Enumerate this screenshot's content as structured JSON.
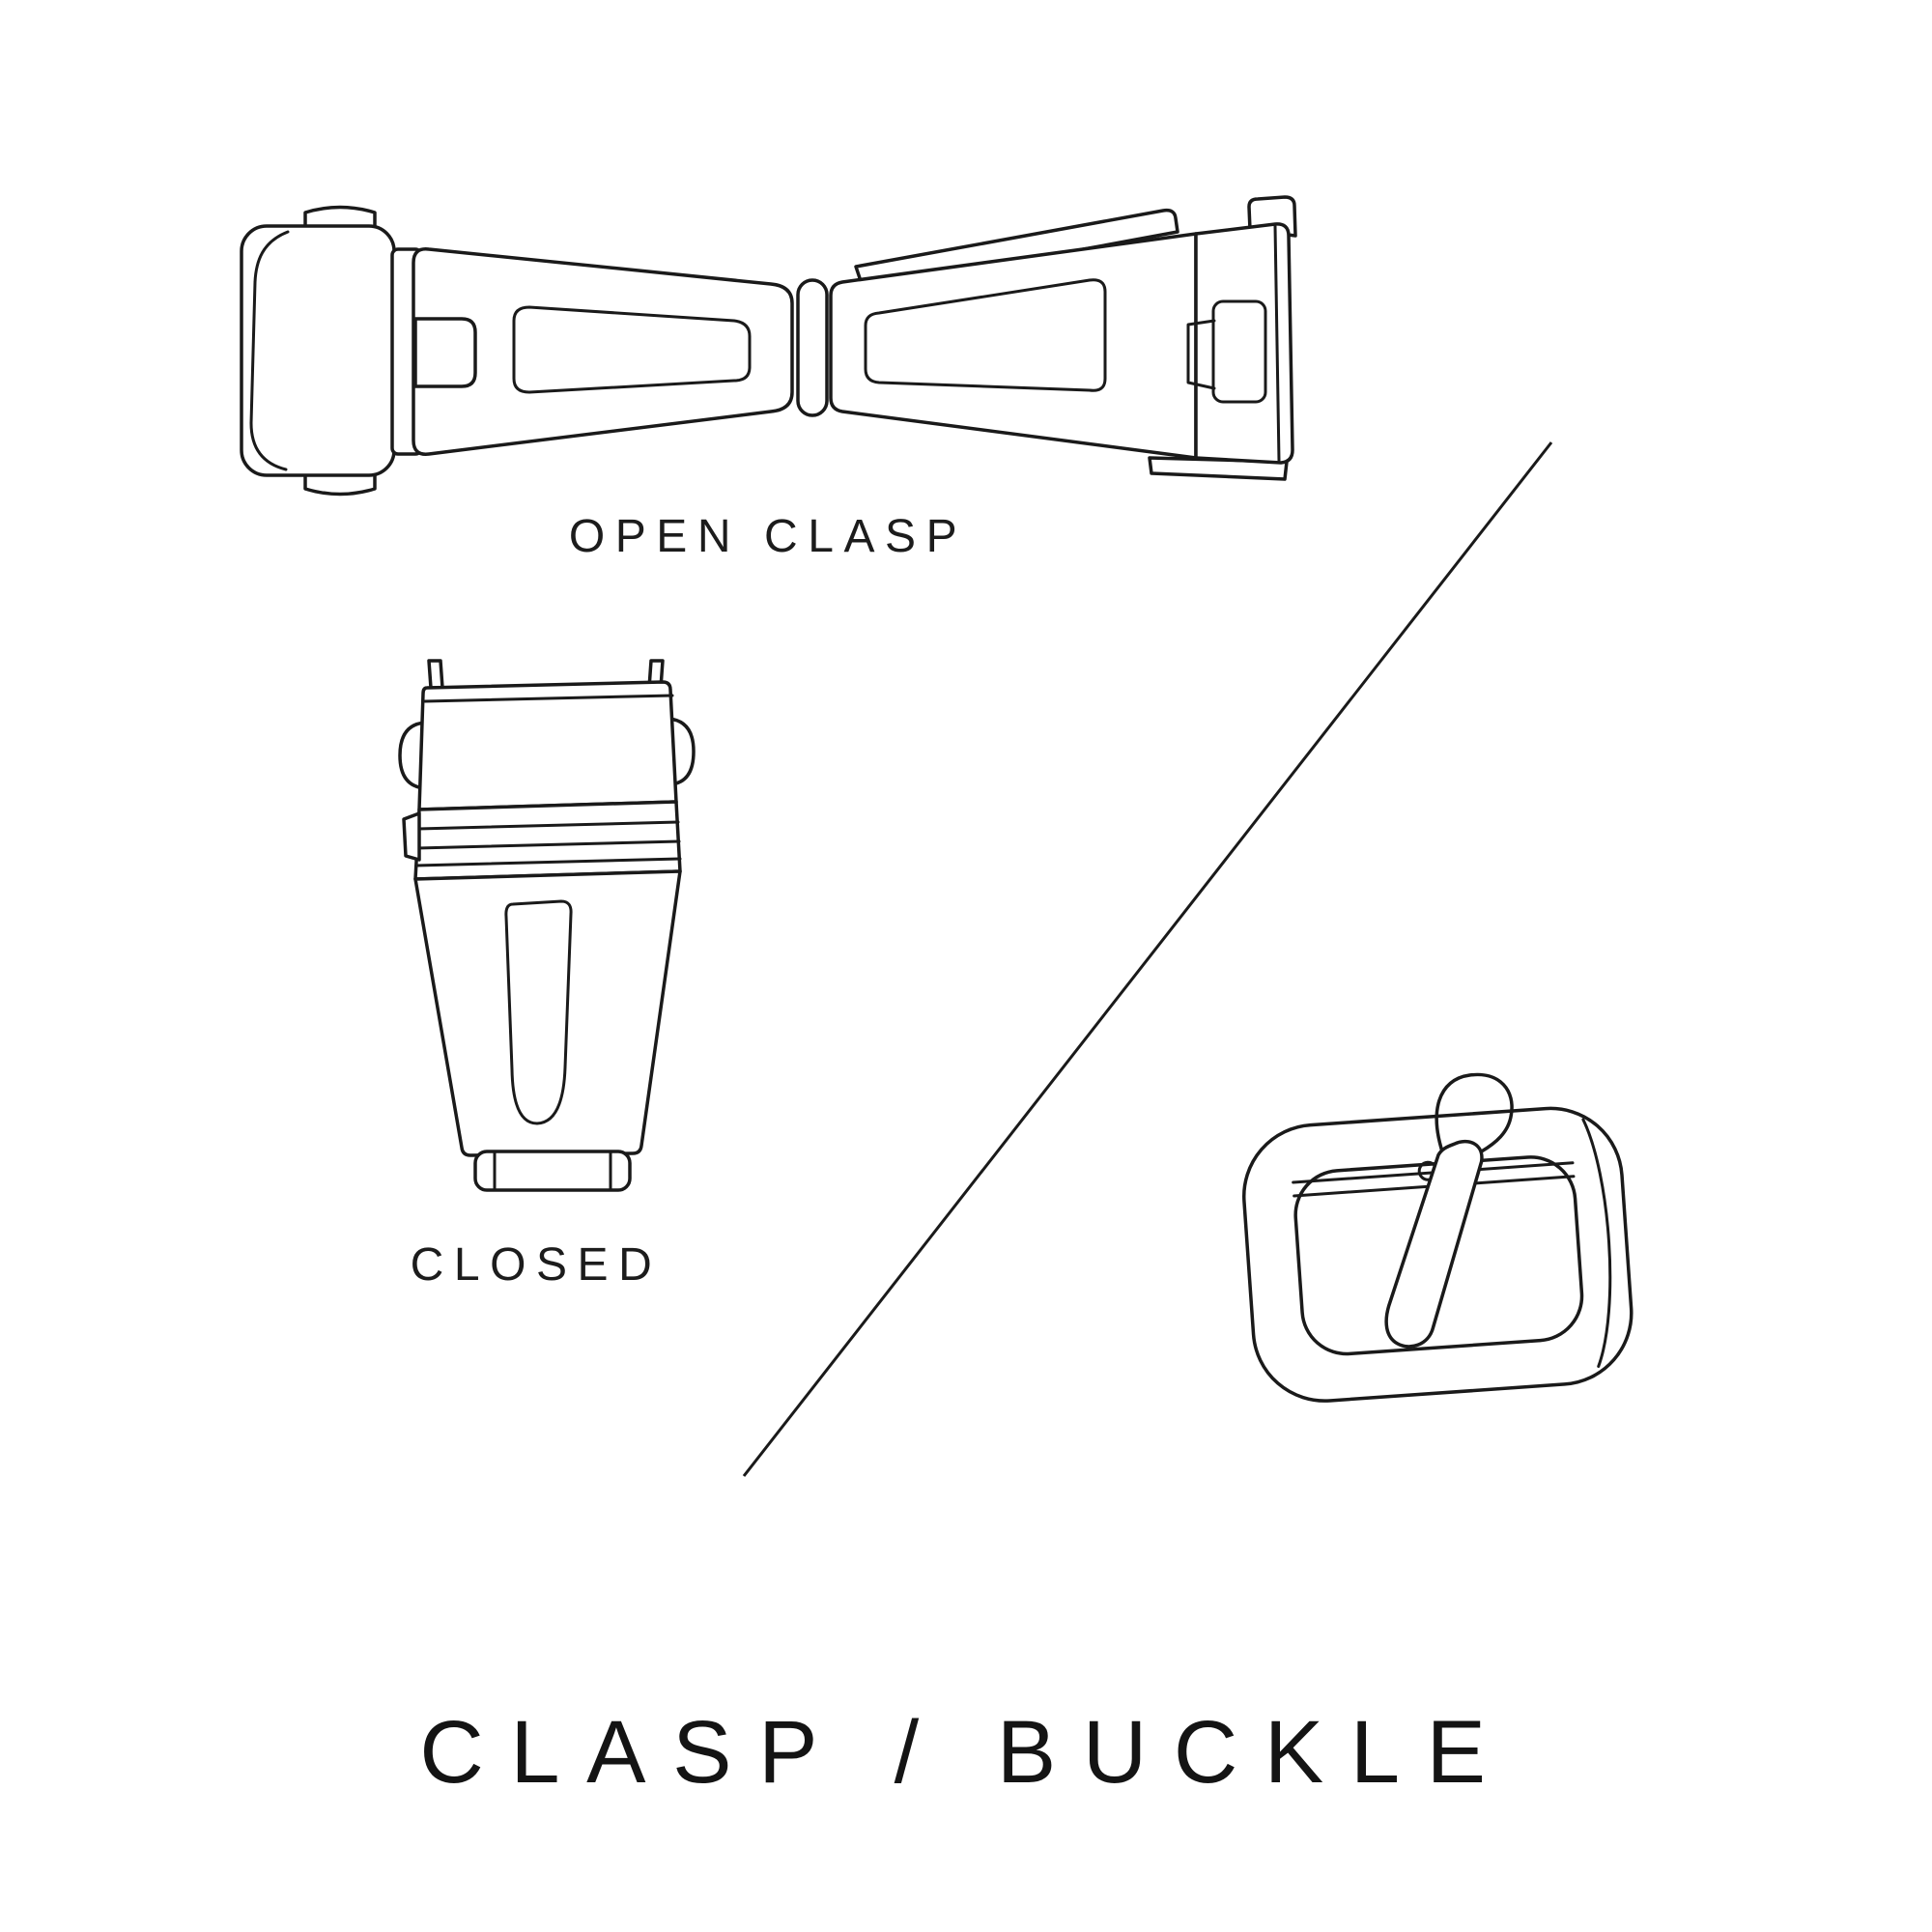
{
  "colors": {
    "background": "#ffffff",
    "line": "#1a1a1a",
    "text": "#1c1c1c"
  },
  "labels": {
    "open_clasp": "OPEN CLASP",
    "closed": "CLOSED"
  },
  "title": "CLASP / BUCKLE",
  "illustrations": [
    {
      "name": "open-clasp-illustration"
    },
    {
      "name": "closed-clasp-illustration"
    },
    {
      "name": "pin-buckle-illustration"
    },
    {
      "name": "divider-line"
    }
  ]
}
